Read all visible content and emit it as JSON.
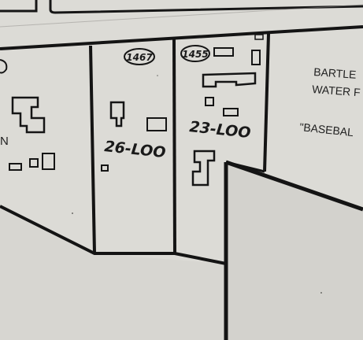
{
  "parcels": [
    {
      "parcel_number": "1467",
      "zoning_code": "26-LOO"
    },
    {
      "parcel_number": "1455",
      "zoning_code": "23-LOO"
    }
  ],
  "neighbor_labels": {
    "bartlett_line1": "BARTLE",
    "bartlett_line2": "WATER F",
    "baseball": "\"BASEBAL",
    "left_fragment": "N"
  },
  "colors": {
    "paper": "#dddcd7",
    "ink": "#151515"
  }
}
